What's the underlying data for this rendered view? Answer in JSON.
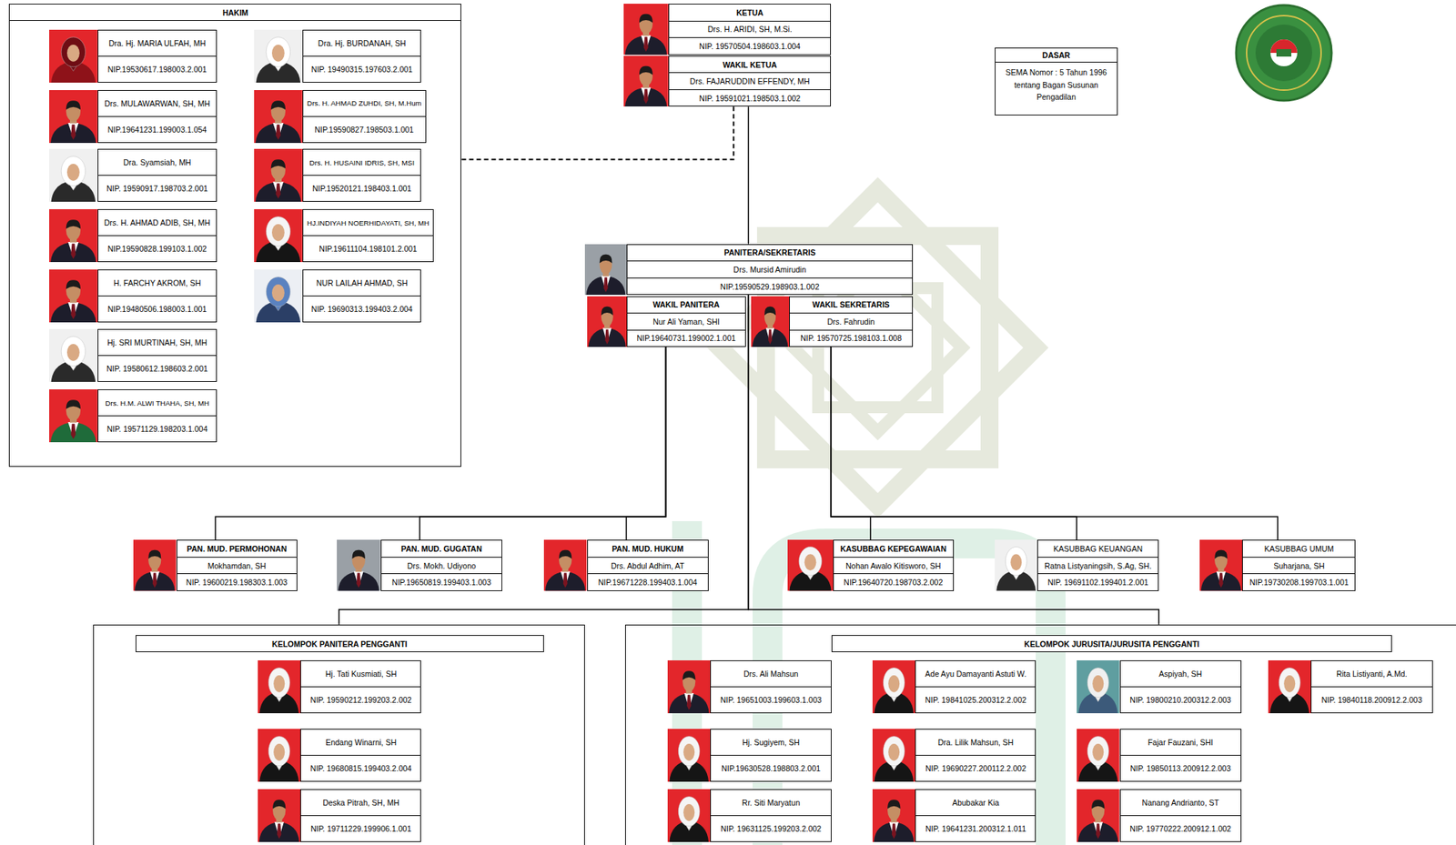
{
  "diagram": {
    "nodes": [
      {
        "text": [
          "HAKIM"
        ]
      },
      {
        "text": [
          "Dra. Hj. MARIA ULFAH, MH",
          "NIP.19530617.198003.2.001"
        ],
        "in": 0
      },
      {
        "text": [
          "Dra. Hj. BURDANAH, SH",
          "NIP. 19490315.197603.2.001"
        ],
        "in": 0
      },
      {
        "text": [
          "Drs. MULAWARWAN, SH, MH",
          "NIP.19641231.199003.1.054"
        ],
        "in": 0
      },
      {
        "text": [
          "Drs. H. AHMAD ZUHDI, SH, M.Hum",
          "NIP.19590827.198503.1.001"
        ],
        "in": 0
      },
      {
        "text": [
          "Dra. Syamsiah, MH",
          "NIP. 19590917.198703.2.001"
        ],
        "in": 0
      },
      {
        "text": [
          "Drs. H. HUSAINI IDRIS, SH, MSI",
          "NIP.19520121.198403.1.001"
        ],
        "in": 0
      },
      {
        "text": [
          "Drs. H. AHMAD ADIB, SH, MH",
          "NIP.19590828.199103.1.002"
        ],
        "in": 0
      },
      {
        "text": [
          "HJ.INDIYAH NOERHIDAYATI, SH, MH",
          "NIP.19611104.198101.2.001"
        ],
        "in": 0
      },
      {
        "text": [
          "H. FARCHY AKROM, SH",
          "NIP.19480506.198003.1.001"
        ],
        "in": 0
      },
      {
        "text": [
          "NUR LAILAH AHMAD, SH",
          "NIP. 19690313.199403.2.004"
        ],
        "in": 0
      },
      {
        "text": [
          "Hj. SRI MURTINAH, SH, MH",
          "NIP. 19580612.198603.2.001"
        ],
        "in": 0
      },
      {
        "text": [
          "Drs. H.M. ALWI THAHA, SH, MH",
          "NIP. 19571129.198203.1.004"
        ],
        "in": 0
      },
      {
        "text": [
          "KETUA",
          "Drs. H. ARIDI, SH, M.Si.",
          "NIP. 19570504.198603.1.004"
        ]
      },
      {
        "text": [
          "WAKIL KETUA",
          "Drs. FAJARUDDIN EFFENDY, MH",
          "NIP. 19591021.198503.1.002"
        ]
      },
      {
        "text": [
          "DASAR",
          "SEMA Nomor : 5 Tahun 1996 tentang Bagan Susunan Pengadilan"
        ]
      },
      {
        "text": [
          "PANITERA/SEKRETARIS",
          "Drs. Mursid Amirudin",
          "NIP.19590529.198903.1.002"
        ]
      },
      {
        "text": [
          "WAKIL PANITERA",
          "Nur Ali Yaman, SHI",
          "NIP.19640731.199002.1.001"
        ]
      },
      {
        "text": [
          "WAKIL SEKRETARIS",
          "Drs. Fahrudin",
          "NIP. 19570725.198103.1.008"
        ]
      },
      {
        "text": [
          "PAN. MUD. PERMOHONAN",
          "Mokhamdan, SH",
          "NIP. 19600219.198303.1.003"
        ]
      },
      {
        "text": [
          "PAN. MUD. GUGATAN",
          "Drs. Mokh. Udiyono",
          "NIP.19650819.199403.1.003"
        ]
      },
      {
        "text": [
          "PAN. MUD. HUKUM",
          "Drs. Abdul Adhim, AT",
          "NIP.19671228.199403.1.004"
        ]
      },
      {
        "text": [
          "KASUBBAG KEPEGAWAIAN",
          "Nohan Awalo Kitisworo, SH",
          "NIP.19640720.198703.2.002"
        ]
      },
      {
        "text": [
          "KASUBBAG KEUANGAN",
          "Ratna Listyaningsih, S.Ag, SH.",
          "NIP. 19691102.199401.2.001"
        ]
      },
      {
        "text": [
          "KASUBBAG UMUM",
          "Suharjana, SH",
          "NIP.19730208.199703.1.001"
        ]
      },
      {
        "text": [
          "KELOMPOK PANITERA PENGGANTI"
        ]
      },
      {
        "text": [
          "Hj. Tati Kusmiati, SH",
          "NIP. 19590212.199203.2.002"
        ],
        "in": 25
      },
      {
        "text": [
          "Endang Winarni, SH",
          "NIP. 19680815.199403.2.004"
        ],
        "in": 25
      },
      {
        "text": [
          "Deska Pitrah, SH, MH",
          "NIP. 19711229.199906.1.001"
        ],
        "in": 25
      },
      {
        "text": [
          "KELOMPOK JURUSITA/JURUSITA PENGGANTI"
        ]
      },
      {
        "text": [
          "Drs. Ali Mahsun",
          "NIP. 19651003.199603.1.003"
        ],
        "in": 29
      },
      {
        "text": [
          "Ade Ayu Damayanti Astuti W.",
          "NIP. 19841025.200312.2.002"
        ],
        "in": 29
      },
      {
        "text": [
          "Aspiyah, SH",
          "NIP. 19800210.200312.2.003"
        ],
        "in": 29
      },
      {
        "text": [
          "Rita Listiyanti, A.Md.",
          "NIP. 19840118.200912.2.003"
        ],
        "in": 29
      },
      {
        "text": [
          "Hj. Sugiyem, SH",
          "NIP.19630528.198803.2.001"
        ],
        "in": 29
      },
      {
        "text": [
          "Dra. Lilik Mahsun, SH",
          "NIP. 19690227.200112.2.002"
        ],
        "in": 29
      },
      {
        "text": [
          "Fajar Fauzani, SHI",
          "NIP. 19850113.200912.2.003"
        ],
        "in": 29
      },
      {
        "text": [
          "Rr. Siti Maryatun",
          "NIP. 19631125.199203.2.002"
        ],
        "in": 29
      },
      {
        "text": [
          "Abubakar Kia",
          "NIP. 19641231.200312.1.011"
        ],
        "in": 29
      },
      {
        "text": [
          "Nanang Andrianto, ST",
          "NIP. 19770222.200912.1.002"
        ],
        "in": 29
      }
    ],
    "edges": [
      {
        "from": 14,
        "to": 0,
        "arrow": "none"
      },
      {
        "from": 14,
        "to": 16,
        "arrow": "none"
      },
      {
        "from": 16,
        "to": 25,
        "arrow": "none"
      },
      {
        "from": 16,
        "to": 29,
        "arrow": "none"
      },
      {
        "from": 17,
        "to": 19,
        "arrow": "none"
      },
      {
        "from": 17,
        "to": 20,
        "arrow": "none"
      },
      {
        "from": 17,
        "to": 21,
        "arrow": "none"
      },
      {
        "from": 18,
        "to": 22,
        "arrow": "none"
      },
      {
        "from": 18,
        "to": 23,
        "arrow": "none"
      },
      {
        "from": 18,
        "to": 24,
        "arrow": "none"
      }
    ]
  }
}
